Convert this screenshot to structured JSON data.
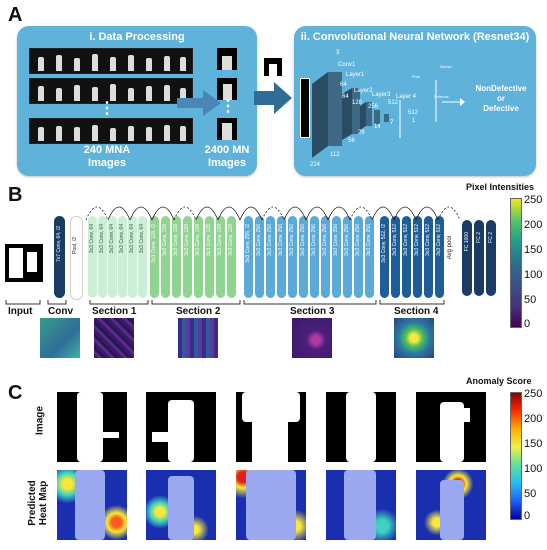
{
  "panels": {
    "a": "A",
    "b": "B",
    "c": "C"
  },
  "data_processing": {
    "title": "i. Data Processing",
    "caption_left": "240 MNA\nImages",
    "caption_right": "2400 MN\nImages",
    "ellipsis": "⋮"
  },
  "cnn": {
    "title": "ii. Convolutional Neural Network (Resnet34)",
    "layers": [
      "Conv1",
      "Layer1",
      "Layer2",
      "Layer3",
      "Layer 4"
    ],
    "dims": [
      "3",
      "64",
      "64",
      "128",
      "256",
      "512",
      "512",
      "224",
      "112",
      "56",
      "28",
      "14",
      "7",
      "1"
    ],
    "pool_label": "Pool",
    "dense_label": "Dense",
    "softmax_label": "Softmax",
    "output": "NonDefective\nor\nDefective"
  },
  "resnet_diagram": {
    "input_label": "Input",
    "conv_label": "Conv",
    "conv_block": "7x7 Conv, 64, /2",
    "pool_block": "Pool, /2",
    "sections": [
      "Section 1",
      "Section 2",
      "Section 3",
      "Section 4"
    ],
    "section1_blocks": [
      "3x3 Conv, 64",
      "3x3 Conv, 64",
      "3x3 Conv, 64",
      "3x3 Conv, 64",
      "3x3 Conv, 64",
      "3x3 Conv, 64"
    ],
    "section2_blocks": [
      "3x3 Conv, 128, /2",
      "3x3 Conv, 128",
      "3x3 Conv, 128",
      "3x3 Conv, 128",
      "3x3 Conv, 128",
      "3x3 Conv, 128",
      "3x3 Conv, 128",
      "3x3 Conv, 128"
    ],
    "section3_blocks": [
      "3x3 Conv, 256, /2",
      "3x3 Conv, 256",
      "3x3 Conv, 256",
      "3x3 Conv, 256",
      "3x3 Conv, 256",
      "3x3 Conv, 256",
      "3x3 Conv, 256",
      "3x3 Conv, 256",
      "3x3 Conv, 256",
      "3x3 Conv, 256",
      "3x3 Conv, 256",
      "3x3 Conv, 256"
    ],
    "section4_blocks": [
      "3x3 Conv, 512, /2",
      "3x3 Conv, 512",
      "3x3 Conv, 512",
      "3x3 Conv, 512",
      "3x3 Conv, 512",
      "3x3 Conv, 512"
    ],
    "avgpool_label": "Avg pool",
    "fc_blocks": [
      "FC 1000",
      "FC 2",
      "FC 2"
    ],
    "colors": {
      "section1": "#cdeed6",
      "section2": "#8fd48f",
      "section3": "#5aa9d8",
      "section4": "#1d5e9a",
      "fc": "#1a3b63"
    }
  },
  "pixel_scale": {
    "title": "Pixel Intensities",
    "ticks": [
      "250",
      "200",
      "150",
      "100",
      "50",
      "0"
    ]
  },
  "anomaly": {
    "scale_title": "Anomaly Score",
    "ticks": [
      "250",
      "200",
      "150",
      "100",
      "50",
      "0"
    ],
    "row_image": "Image",
    "row_heatmap": "Predicted\nHeat Map"
  }
}
